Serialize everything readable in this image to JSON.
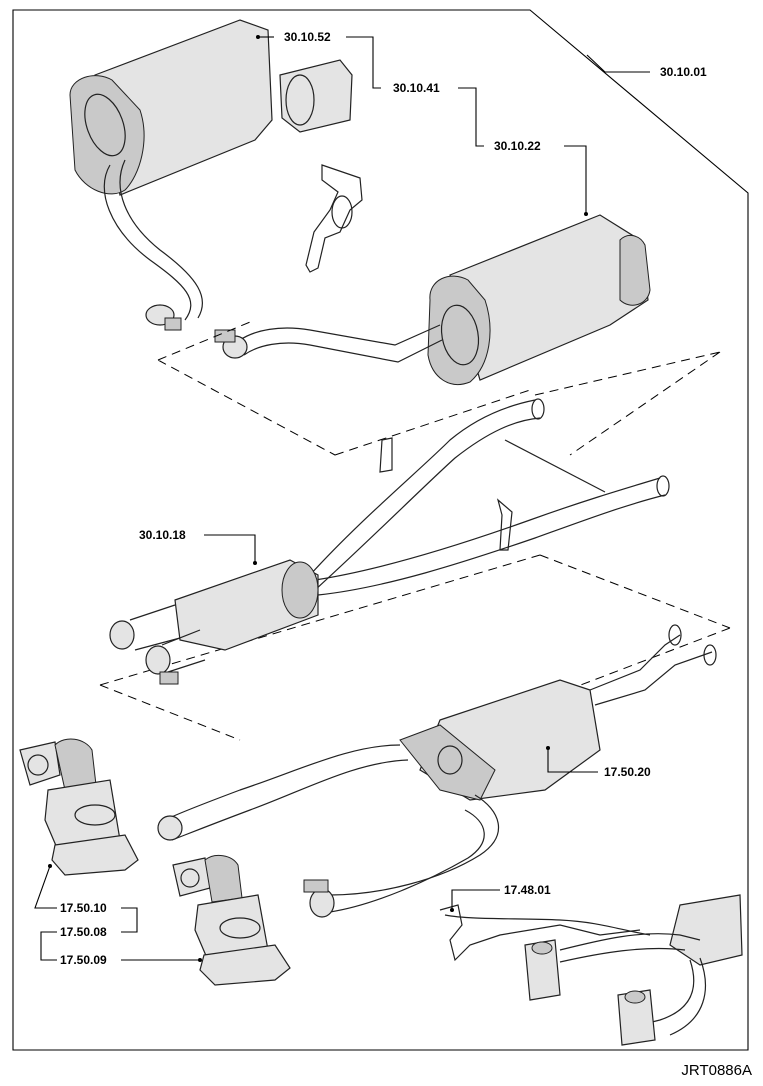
{
  "figure_id": "JRT0886A",
  "callouts": {
    "c_30_10_01": "30.10.01",
    "c_30_10_52": "30.10.52",
    "c_30_10_41": "30.10.41",
    "c_30_10_22": "30.10.22",
    "c_30_10_18": "30.10.18",
    "c_17_50_20": "17.50.20",
    "c_17_48_01": "17.48.01",
    "c_17_50_10": "17.50.10",
    "c_17_50_08": "17.50.08",
    "c_17_50_09": "17.50.09"
  }
}
